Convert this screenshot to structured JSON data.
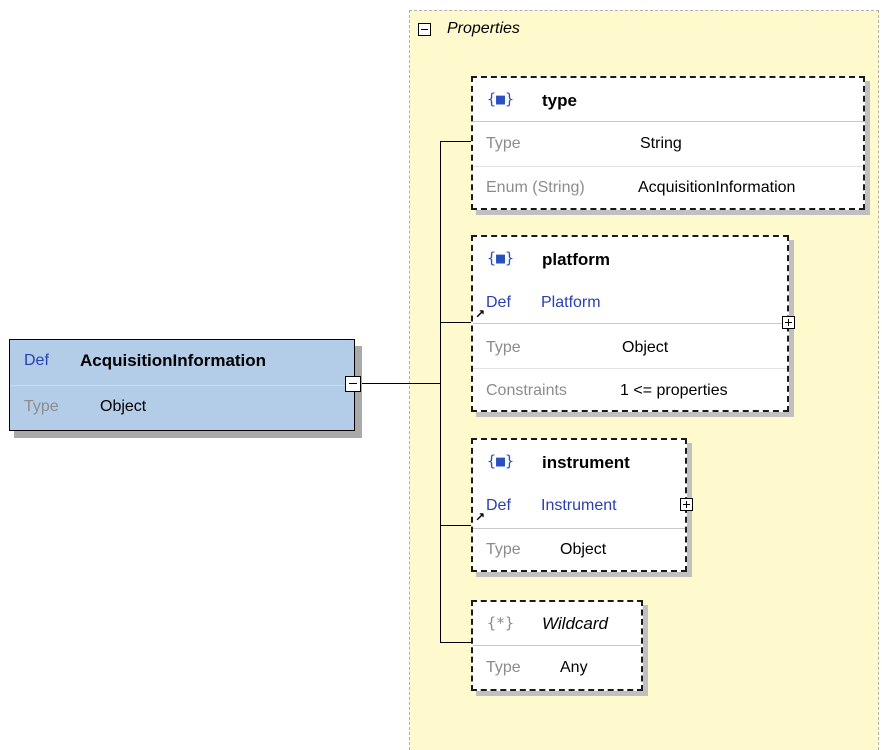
{
  "properties_panel": {
    "title": "Properties"
  },
  "root": {
    "def_label": "Def",
    "name": "AcquisitionInformation",
    "type_label": "Type",
    "type_value": "Object"
  },
  "nodes": {
    "type": {
      "icon": "{■}",
      "name": "type",
      "rows": [
        {
          "label": "Type",
          "value": "String"
        },
        {
          "label": "Enum (String)",
          "value": "AcquisitionInformation"
        }
      ]
    },
    "platform": {
      "icon": "{■}",
      "name": "platform",
      "def_label": "Def",
      "def_value": "Platform",
      "rows": [
        {
          "label": "Type",
          "value": "Object"
        },
        {
          "label": "Constraints",
          "value": "1 <= properties"
        }
      ]
    },
    "instrument": {
      "icon": "{■}",
      "name": "instrument",
      "def_label": "Def",
      "def_value": "Instrument",
      "rows": [
        {
          "label": "Type",
          "value": "Object"
        }
      ]
    },
    "wildcard": {
      "icon": "{*}",
      "name": "Wildcard",
      "rows": [
        {
          "label": "Type",
          "value": "Any"
        }
      ]
    }
  },
  "ref_arrow_glyph": "↗"
}
